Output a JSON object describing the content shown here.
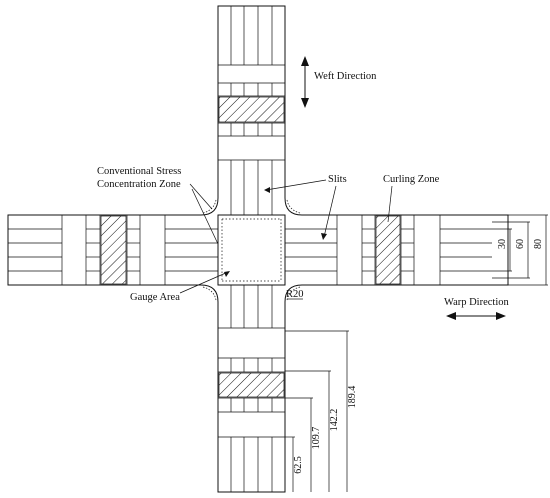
{
  "labels": {
    "weft_direction": "Weft Direction",
    "warp_direction": "Warp Direction",
    "conventional_stress_line1": "Conventional Stress",
    "conventional_stress_line2": "Concentration Zone",
    "slits": "Slits",
    "curling_zone": "Curling Zone",
    "gauge_area": "Gauge Area",
    "radius": "R20"
  },
  "dimensions": {
    "width_30": "30",
    "width_60": "60",
    "width_80": "80",
    "len_62_5": "62.5",
    "len_109_7": "109.7",
    "len_142_2": "142.2",
    "len_189_4": "189.4"
  },
  "colors": {
    "line": "#111111",
    "background": "#ffffff"
  }
}
